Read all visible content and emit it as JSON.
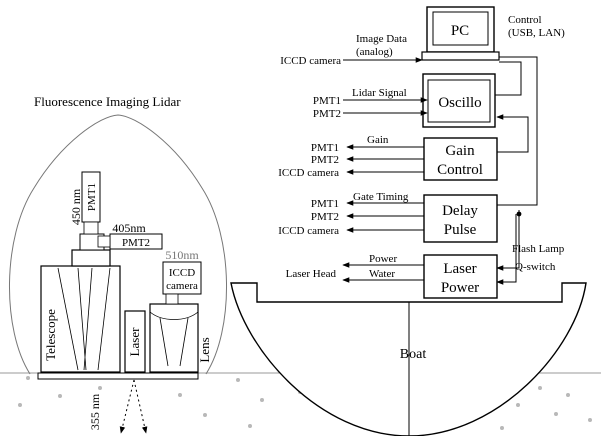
{
  "title": "Fluorescence Imaging Lidar",
  "boxes": {
    "pc": "PC",
    "oscillo": "Oscillo",
    "gain_control": [
      "Gain",
      "Control"
    ],
    "delay_pulse": [
      "Delay",
      "Pulse"
    ],
    "laser_power": [
      "Laser",
      "Power"
    ]
  },
  "annotations": {
    "control": [
      "Control",
      "(USB, LAN)"
    ],
    "image_data": [
      "Image Data",
      "(analog)"
    ],
    "lidar_signal": "Lidar Signal",
    "gain": "Gain",
    "gate_timing": "Gate Timing",
    "power": "Power",
    "water": "Water",
    "flash_lamp": "Flash Lamp",
    "q_switch": "Q-switch"
  },
  "signal_labels": {
    "iccd_top": "ICCD camera",
    "oscillo_inputs": [
      "PMT1",
      "PMT2"
    ],
    "gain_outputs": [
      "PMT1",
      "PMT2",
      "ICCD camera"
    ],
    "delay_outputs": [
      "PMT1",
      "PMT2",
      "ICCD camera"
    ],
    "laser_head": "Laser Head"
  },
  "instrument": {
    "pmt1": "PMT1",
    "pmt2": "PMT2",
    "iccd": [
      "ICCD",
      "camera"
    ],
    "wl_450": "450 nm",
    "wl_405": "405nm",
    "wl_510": "510nm",
    "wl_355": "355 nm",
    "telescope": "Telescope",
    "laser": "Laser",
    "lens": "Lens"
  },
  "boat": "Boat"
}
